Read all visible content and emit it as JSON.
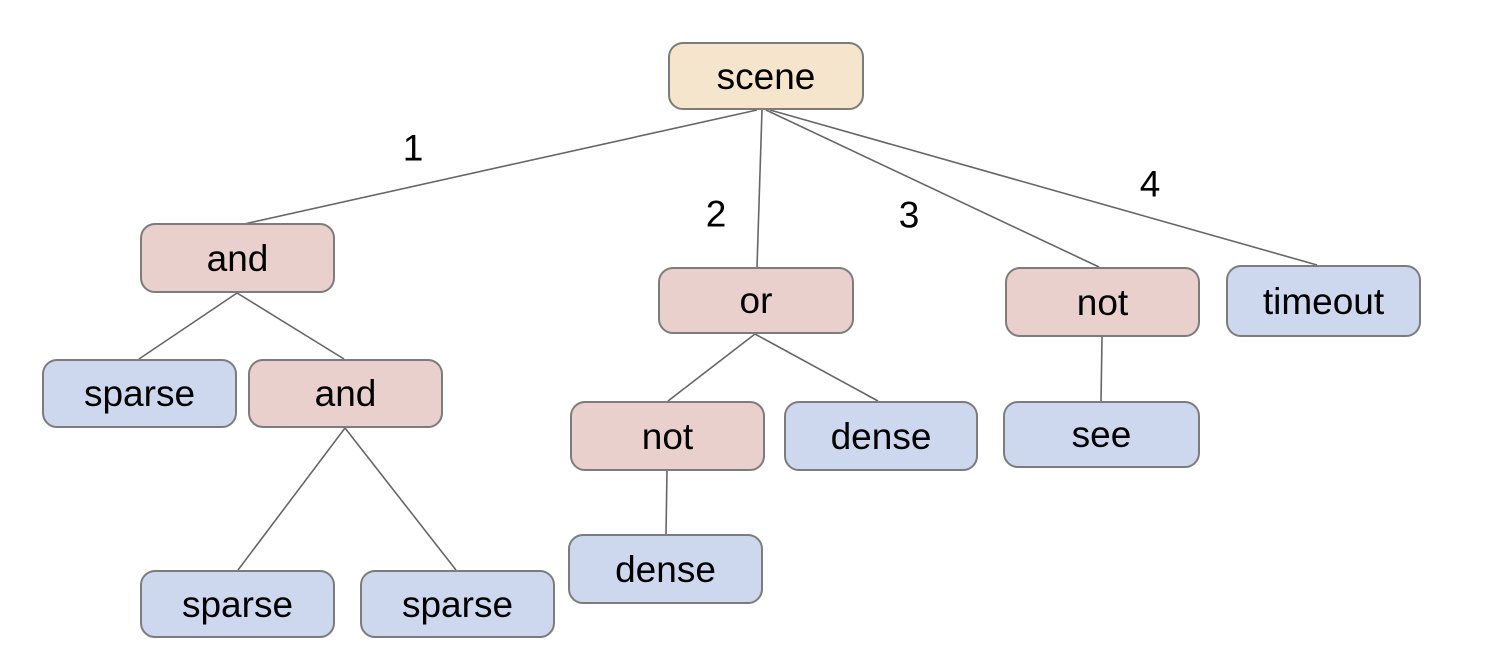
{
  "diagram": {
    "type": "tree",
    "description": "Behavior tree rooted at scene with numbered child branches",
    "colors": {
      "root_fill": "#f4e5cc",
      "operator_fill": "#e9d0cd",
      "leaf_fill": "#cdd8ee",
      "node_border": "#7c7c7c",
      "edge_line": "#666666",
      "text": "#000000",
      "background": "#ffffff"
    },
    "nodes": [
      {
        "id": "scene",
        "label": "scene",
        "kind": "root"
      },
      {
        "id": "and-1",
        "label": "and",
        "kind": "operator"
      },
      {
        "id": "or",
        "label": "or",
        "kind": "operator"
      },
      {
        "id": "not-1",
        "label": "not",
        "kind": "operator"
      },
      {
        "id": "timeout",
        "label": "timeout",
        "kind": "leaf"
      },
      {
        "id": "sparse-1",
        "label": "sparse",
        "kind": "leaf"
      },
      {
        "id": "and-2",
        "label": "and",
        "kind": "operator"
      },
      {
        "id": "not-2",
        "label": "not",
        "kind": "operator"
      },
      {
        "id": "dense-1",
        "label": "dense",
        "kind": "leaf"
      },
      {
        "id": "see",
        "label": "see",
        "kind": "leaf"
      },
      {
        "id": "sparse-2",
        "label": "sparse",
        "kind": "leaf"
      },
      {
        "id": "sparse-3",
        "label": "sparse",
        "kind": "leaf"
      },
      {
        "id": "dense-2",
        "label": "dense",
        "kind": "leaf"
      }
    ],
    "edges": [
      {
        "from": "scene",
        "to": "and-1",
        "label": "1"
      },
      {
        "from": "scene",
        "to": "or",
        "label": "2"
      },
      {
        "from": "scene",
        "to": "not-1",
        "label": "3"
      },
      {
        "from": "scene",
        "to": "timeout",
        "label": "4"
      },
      {
        "from": "and-1",
        "to": "sparse-1",
        "label": ""
      },
      {
        "from": "and-1",
        "to": "and-2",
        "label": ""
      },
      {
        "from": "and-2",
        "to": "sparse-2",
        "label": ""
      },
      {
        "from": "and-2",
        "to": "sparse-3",
        "label": ""
      },
      {
        "from": "or",
        "to": "not-2",
        "label": ""
      },
      {
        "from": "or",
        "to": "dense-1",
        "label": ""
      },
      {
        "from": "not-2",
        "to": "dense-2",
        "label": ""
      },
      {
        "from": "not-1",
        "to": "see",
        "label": ""
      }
    ]
  }
}
